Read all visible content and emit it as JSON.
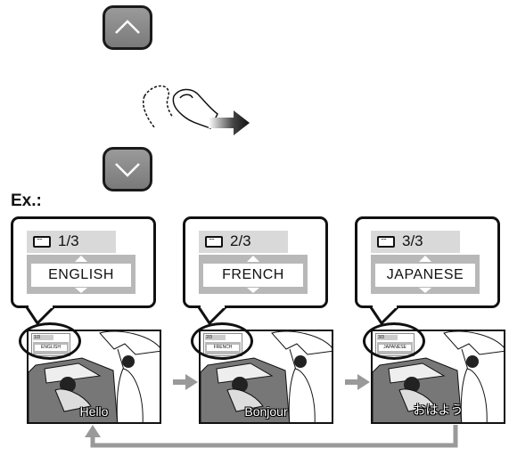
{
  "example_label": "Ex.:",
  "panels": [
    {
      "count": "1/3",
      "language": "ENGLISH",
      "caption": "Hello"
    },
    {
      "count": "2/3",
      "language": "FRENCH",
      "caption": "Bonjour"
    },
    {
      "count": "3/3",
      "language": "JAPANESE",
      "caption": "おはよう"
    }
  ],
  "colors": {
    "button_fill": "#8a8a8a",
    "panel_header": "#d9d9d9",
    "selector": "#b8b8b8",
    "arrow": "#999999"
  }
}
